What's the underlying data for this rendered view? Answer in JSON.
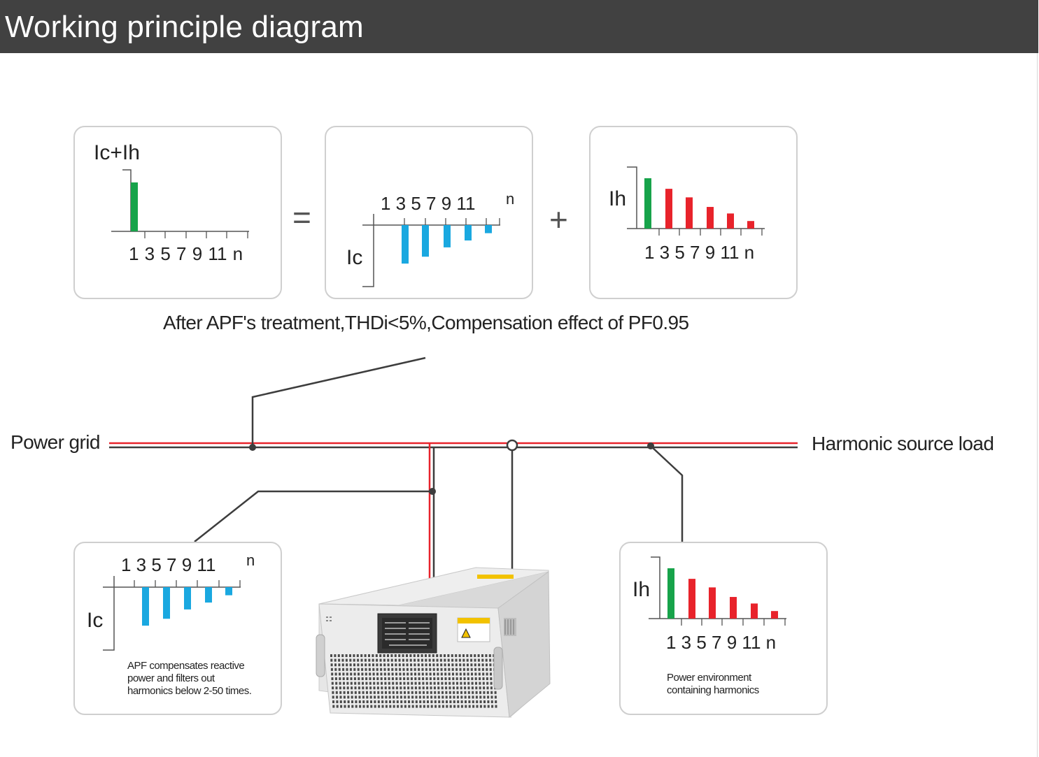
{
  "header": {
    "title": "Working principle diagram"
  },
  "colors": {
    "fundamental": "#17a34a",
    "harmonic": "#e8232b",
    "compensation": "#1aa8e0",
    "wire": "#3d3d3d",
    "bus_red": "#e8232b"
  },
  "panels": {
    "top_left": {
      "label": "Ic+Ih",
      "ticks": "1 3 5 7 9 11 n"
    },
    "top_middle": {
      "label": "Ic",
      "ticks": "1 3 5 7 9 11",
      "n": "n"
    },
    "top_right": {
      "label": "Ih",
      "ticks": "1 3 5 7 9 11 n"
    },
    "bottom_left": {
      "label": "Ic",
      "ticks": "1 3 5 7 9 11",
      "n": "n",
      "note": [
        "APF compensates reactive",
        "power and filters out",
        "harmonics below 2-50 times."
      ]
    },
    "bottom_right": {
      "label": "Ih",
      "ticks": "1 3 5 7 9 11 n",
      "note": [
        "Power environment",
        "containing harmonics"
      ]
    }
  },
  "operators": {
    "equals": "=",
    "plus": "+"
  },
  "caption": "After APF's treatment,THDi<5%,Compensation effect of PF0.95",
  "line_labels": {
    "left": "Power grid",
    "right": "Harmonic source load"
  },
  "spectra": {
    "fundamental_only": [
      1.0
    ],
    "harmonic_source": [
      1.0,
      0.79,
      0.62,
      0.43,
      0.3,
      0.15
    ],
    "compensation": [
      0.95,
      0.78,
      0.55,
      0.38,
      0.2
    ]
  }
}
